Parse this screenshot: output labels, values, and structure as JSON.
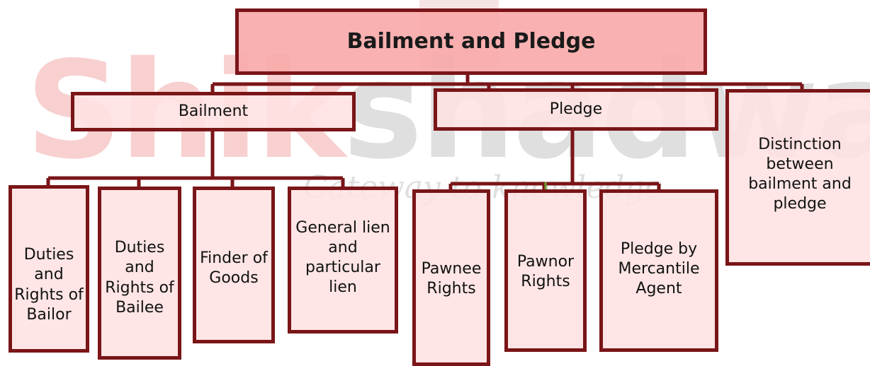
{
  "watermark": {
    "brand_left": "Shik",
    "brand_right": "shadwar",
    "tagline": "Gateway to knowledge"
  },
  "diagram": {
    "root": "Bailment and Pledge",
    "categories": {
      "bailment": "Bailment",
      "pledge": "Pledge",
      "distinction": "Distinction\nbetween\nbailment and\npledge"
    },
    "bailment_children": [
      "Duties\nand\nRights of\nBailor",
      "Duties\nand\nRights of\nBailee",
      "Finder of\nGoods",
      "General lien\nand\nparticular\nlien"
    ],
    "pledge_children": [
      "Pawnee\nRights",
      "Pawnor\nRights",
      "Pledge by\nMercantile\nAgent"
    ]
  },
  "colors": {
    "border": "#7a1518",
    "box_fill": "#ffe1e1",
    "root_fill": "#f8aaaa"
  }
}
